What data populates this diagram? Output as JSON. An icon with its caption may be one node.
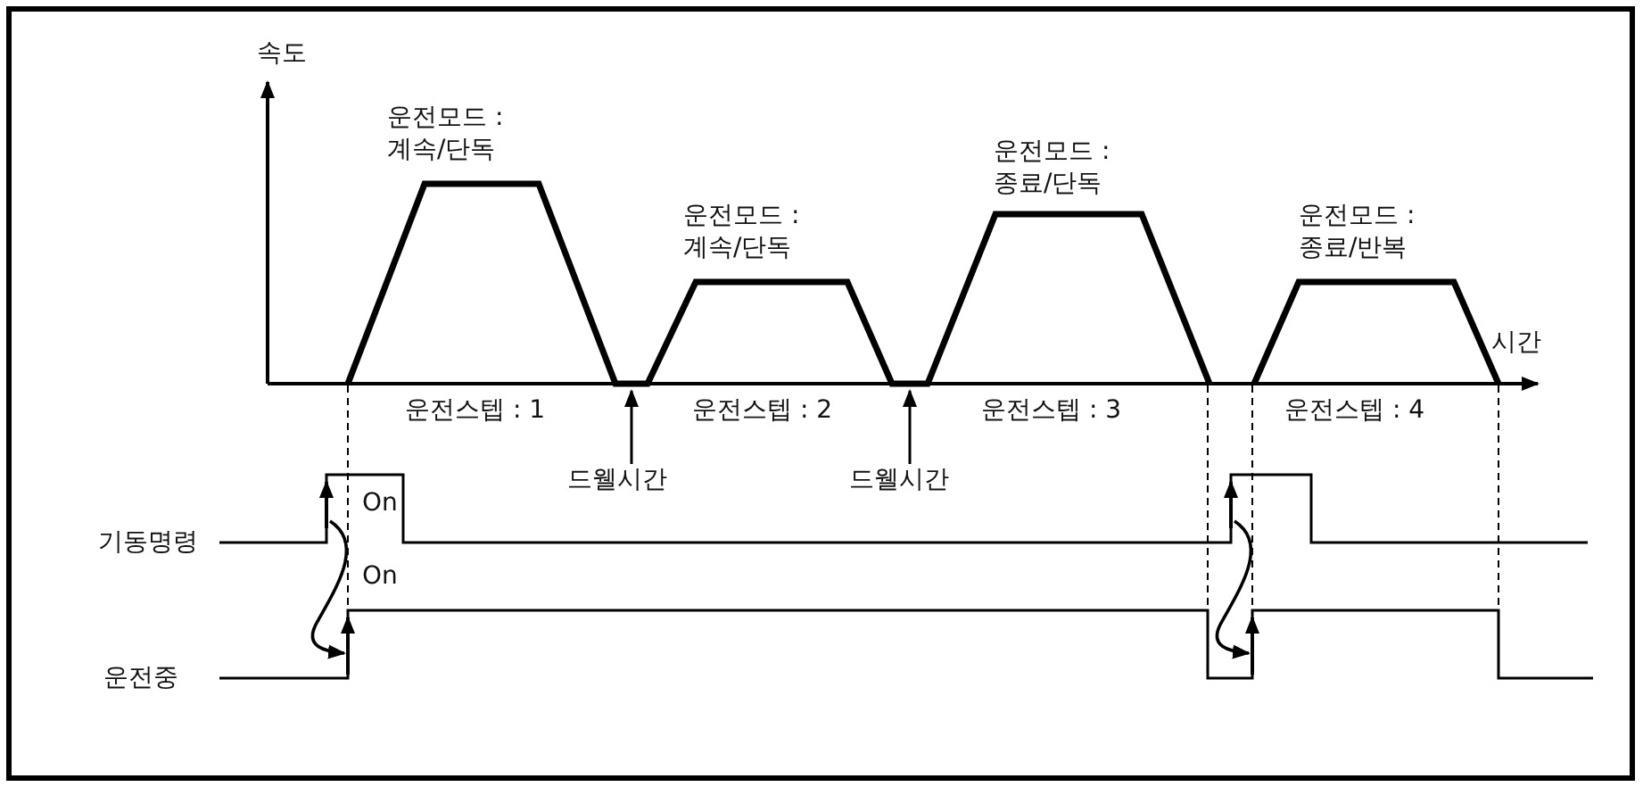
{
  "diagram": {
    "nodes": [
      {
        "text": [
          "드웰시간"
        ]
      },
      {
        "text": [
          "드웰시간"
        ]
      }
    ],
    "edges": [
      {
        "from": 0,
        "to": null,
        "arrow": "to"
      },
      {
        "from": 1,
        "to": null,
        "arrow": "to"
      }
    ],
    "labels": [
      "속도",
      "운전모드 : 계속/단독",
      "운전모드 : 계속/단독",
      "운전모드 : 종료/단독",
      "운전모드 : 종료/반복",
      "시간",
      "운전스텝 : 1",
      "운전스텝 : 2",
      "운전스텝 : 3",
      "운전스텝 : 4",
      "On",
      "기동명령",
      "On",
      "운전중"
    ]
  }
}
